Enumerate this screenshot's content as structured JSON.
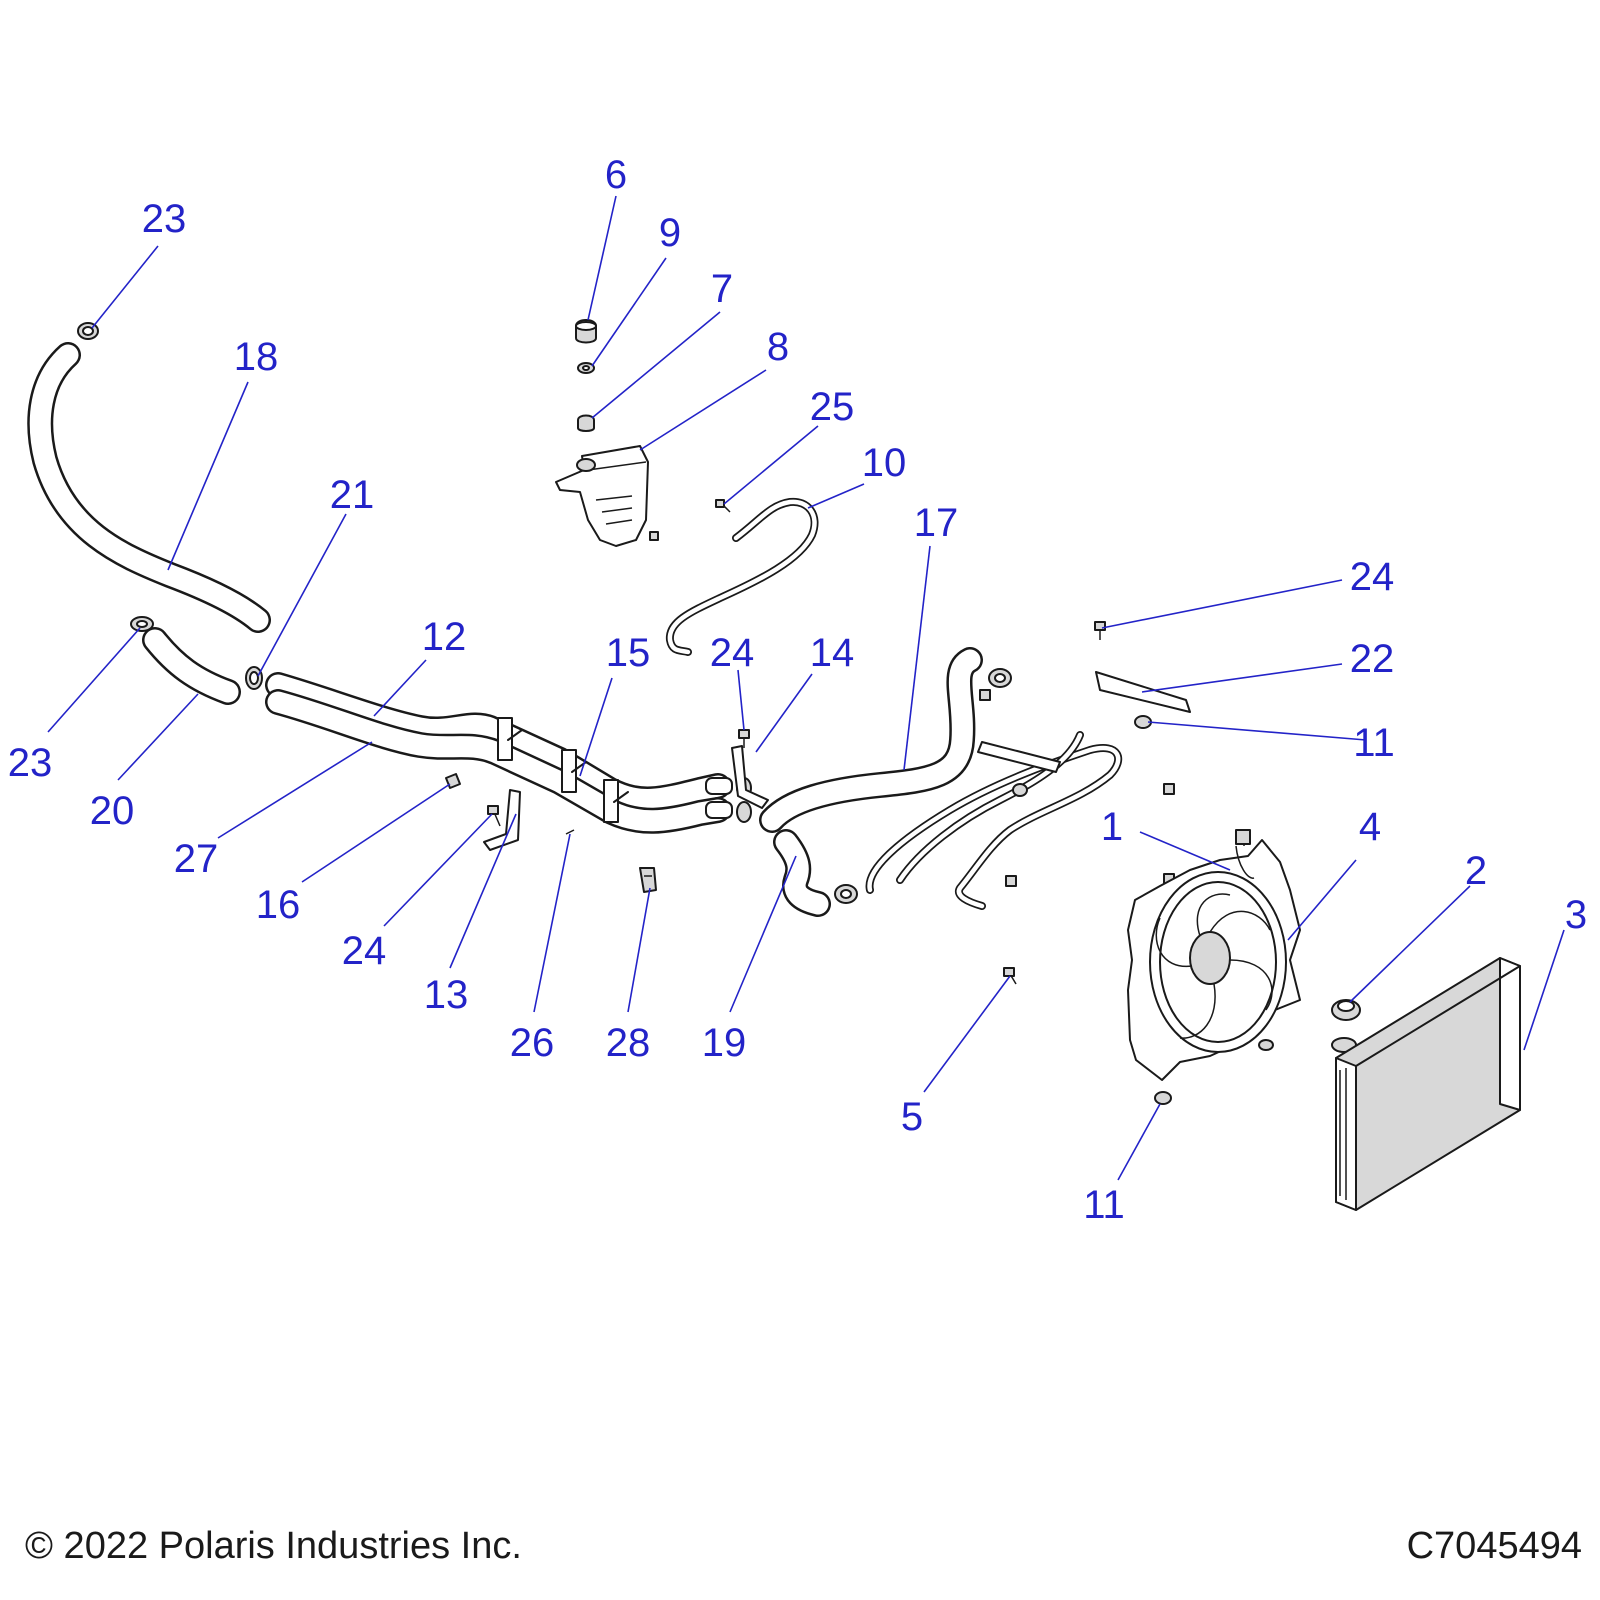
{
  "callouts": {
    "c1": "1",
    "c2": "2",
    "c3": "3",
    "c4": "4",
    "c5": "5",
    "c6": "6",
    "c7": "7",
    "c8": "8",
    "c9": "9",
    "c10": "10",
    "c11a": "11",
    "c11b": "11",
    "c12": "12",
    "c13": "13",
    "c14": "14",
    "c15": "15",
    "c16": "16",
    "c17": "17",
    "c18": "18",
    "c19": "19",
    "c20": "20",
    "c21": "21",
    "c22": "22",
    "c23a": "23",
    "c23b": "23",
    "c24a": "24",
    "c24b": "24",
    "c24c": "24",
    "c25": "25",
    "c26": "26",
    "c27": "27",
    "c28": "28"
  },
  "footer": {
    "copyright": "© 2022 Polaris Industries Inc.",
    "drawing_number": "C7045494"
  },
  "colors": {
    "callout": "#2323c8",
    "linework": "#1a1a1a"
  }
}
